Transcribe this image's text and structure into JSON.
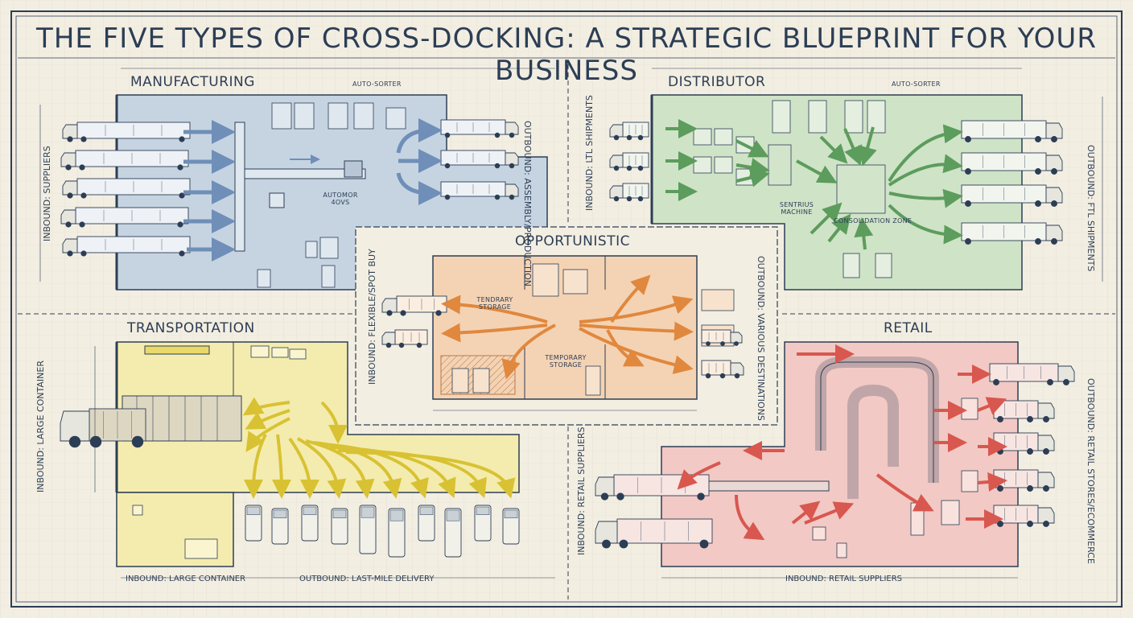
{
  "title": "THE FIVE TYPES OF CROSS-DOCKING: A STRATEGIC BLUEPRINT FOR YOUR BUSINESS",
  "colors": {
    "manufacturing": "#c6d4e2",
    "distributor": "#cfe3c7",
    "opportunistic": "#f4d3b4",
    "transportation": "#f4ecae",
    "retail": "#f2c9c4",
    "blueprint_ink": "#2c3e55",
    "arrow_blue": "#6f8fb8",
    "arrow_green": "#5c9c5c",
    "arrow_orange": "#e0883e",
    "arrow_yellow": "#d8c233",
    "arrow_red": "#d8574f"
  },
  "zones": {
    "manufacturing": {
      "name": "MANUFACTURING",
      "auto_sorter": "AUTO-SORTER",
      "agv": "AUTOMOR 4OVS",
      "inbound": "INBOUND: SUPPLIERS",
      "outbound": "OUTBOUND: ASSEMBLY/PRODUCTION"
    },
    "distributor": {
      "name": "DISTRIBUTOR",
      "auto_sorter": "AUTO-SORTER",
      "machine": "SENTRIUS MACHINE",
      "consolidation": "CONSOLIDATION ZONE",
      "inbound": "INBOUND: LTL SHIPMENTS",
      "outbound": "OUTBOUND: FTL SHIPMENTS"
    },
    "opportunistic": {
      "name": "OPPORTUNISTIC",
      "storage_top": "TENDRARY STORAGE",
      "storage_bottom": "TEMPORARY STORAGE",
      "inbound": "INBOUND: FLEXIBLE/SPOT BUY",
      "outbound": "OUTBOUND: VARIOUS DESTINATIONS"
    },
    "transportation": {
      "name": "TRANSPORTATION",
      "inbound_side": "INBOUND: LARGE CONTAINER",
      "inbound_bottom": "INBOUND: LARGE CONTAINER",
      "outbound_bottom": "OUTBOUND: LAST-MILE DELIVERY"
    },
    "retail": {
      "name": "RETAIL",
      "inbound_side": "INBOUND: RETAIL SUPPLIERS",
      "inbound_bottom": "INBOUND: RETAIL SUPPLIERS",
      "outbound": "OUTBOUND: RETAIL STORES/ECOMMERCE"
    }
  }
}
